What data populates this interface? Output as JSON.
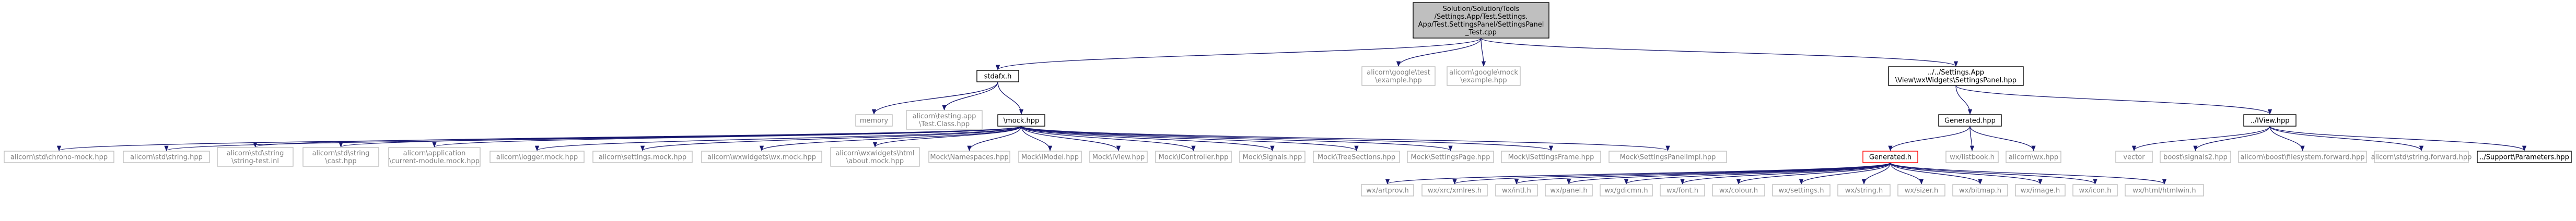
{
  "diagram": {
    "type": "include-dependency-graph",
    "colors": {
      "root_fill": "#bfbfbf",
      "node_stroke": "#000000",
      "external_stroke": "#bfbfbf",
      "external_text": "#7f7f7f",
      "highlight_stroke": "#ff0000",
      "edge_dark": "#191970",
      "edge_red": "#63b8ff"
    },
    "nodes": [
      {
        "id": "root",
        "kind": "root",
        "lines": [
          "Solution/Solution/Tools",
          "/Settings.App/Test.Settings.",
          "App/Test.SettingsPanel/SettingsPanel",
          "_Test.cpp"
        ]
      },
      {
        "id": "stdafx",
        "kind": "normal",
        "lines": [
          "stdafx.h"
        ]
      },
      {
        "id": "gtest",
        "kind": "external",
        "lines": [
          "alicorn\\google\\test",
          "\\example.hpp"
        ]
      },
      {
        "id": "gmock",
        "kind": "external",
        "lines": [
          "alicorn\\google\\mock",
          "\\example.hpp"
        ]
      },
      {
        "id": "settingspanel",
        "kind": "normal",
        "lines": [
          "../../Settings.App",
          "\\View\\wxWidgets\\SettingsPanel.hpp"
        ]
      },
      {
        "id": "memory",
        "kind": "external",
        "lines": [
          "memory"
        ]
      },
      {
        "id": "testingapp",
        "kind": "external",
        "lines": [
          "alicorn\\testing.app",
          "\\Test.Class.hpp"
        ]
      },
      {
        "id": "mock",
        "kind": "normal",
        "lines": [
          "\\mock.hpp"
        ]
      },
      {
        "id": "generated_hpp",
        "kind": "normal",
        "lines": [
          "Generated.hpp"
        ]
      },
      {
        "id": "iview",
        "kind": "normal",
        "lines": [
          "../IView.hpp"
        ]
      },
      {
        "id": "chrono_mock",
        "kind": "external",
        "lines": [
          "alicorn\\std\\chrono-mock.hpp"
        ]
      },
      {
        "id": "string_hpp",
        "kind": "external",
        "lines": [
          "alicorn\\std\\string.hpp"
        ]
      },
      {
        "id": "string_test",
        "kind": "external",
        "lines": [
          "alicorn\\std\\string",
          "\\string-test.inl"
        ]
      },
      {
        "id": "string_cast",
        "kind": "external",
        "lines": [
          "alicorn\\std\\string",
          "\\cast.hpp"
        ]
      },
      {
        "id": "app_mock",
        "kind": "external",
        "lines": [
          "alicorn\\application",
          "\\current-module.mock.hpp"
        ]
      },
      {
        "id": "logger_mock",
        "kind": "external",
        "lines": [
          "alicorn\\logger.mock.hpp"
        ]
      },
      {
        "id": "settings_mock",
        "kind": "external",
        "lines": [
          "alicorn\\settings.mock.hpp"
        ]
      },
      {
        "id": "wx_mock",
        "kind": "external",
        "lines": [
          "alicorn\\wxwidgets\\wx.mock.hpp"
        ]
      },
      {
        "id": "html_mock",
        "kind": "external",
        "lines": [
          "alicorn\\wxwidgets\\html",
          "\\about.mock.hpp"
        ]
      },
      {
        "id": "m_namespaces",
        "kind": "external",
        "lines": [
          "Mock\\Namespaces.hpp"
        ]
      },
      {
        "id": "m_model",
        "kind": "external",
        "lines": [
          "Mock\\IModel.hpp"
        ]
      },
      {
        "id": "m_view",
        "kind": "external",
        "lines": [
          "Mock\\IView.hpp"
        ]
      },
      {
        "id": "m_controller",
        "kind": "external",
        "lines": [
          "Mock\\IController.hpp"
        ]
      },
      {
        "id": "m_signals",
        "kind": "external",
        "lines": [
          "Mock\\Signals.hpp"
        ]
      },
      {
        "id": "m_treesections",
        "kind": "external",
        "lines": [
          "Mock\\TreeSections.hpp"
        ]
      },
      {
        "id": "m_settingspage",
        "kind": "external",
        "lines": [
          "Mock\\SettingsPage.hpp"
        ]
      },
      {
        "id": "m_settingsframe",
        "kind": "external",
        "lines": [
          "Mock\\ISettingsFrame.hpp"
        ]
      },
      {
        "id": "m_settingspanelimpl",
        "kind": "external",
        "lines": [
          "Mock\\SettingsPanelImpl.hpp"
        ]
      },
      {
        "id": "generated_h",
        "kind": "highlight",
        "lines": [
          "Generated.h"
        ]
      },
      {
        "id": "wx_listbook",
        "kind": "external",
        "lines": [
          "wx/listbook.h"
        ]
      },
      {
        "id": "alicorn_wx",
        "kind": "external",
        "lines": [
          "alicorn\\wx.hpp"
        ]
      },
      {
        "id": "vector",
        "kind": "external",
        "lines": [
          "vector"
        ]
      },
      {
        "id": "signals2",
        "kind": "external",
        "lines": [
          "boost\\signals2.hpp"
        ]
      },
      {
        "id": "fs_forward",
        "kind": "external",
        "lines": [
          "alicorn\\boost\\filesystem.forward.hpp"
        ]
      },
      {
        "id": "string_forward",
        "kind": "external",
        "lines": [
          "alicorn\\std\\string.forward.hpp"
        ]
      },
      {
        "id": "parameters",
        "kind": "normal",
        "lines": [
          "../Support\\Parameters.hpp"
        ]
      },
      {
        "id": "wx_artprov",
        "kind": "external",
        "lines": [
          "wx/artprov.h"
        ]
      },
      {
        "id": "wx_xmlres",
        "kind": "external",
        "lines": [
          "wx/xrc/xmlres.h"
        ]
      },
      {
        "id": "wx_intl",
        "kind": "external",
        "lines": [
          "wx/intl.h"
        ]
      },
      {
        "id": "wx_panel",
        "kind": "external",
        "lines": [
          "wx/panel.h"
        ]
      },
      {
        "id": "wx_gdicmn",
        "kind": "external",
        "lines": [
          "wx/gdicmn.h"
        ]
      },
      {
        "id": "wx_font",
        "kind": "external",
        "lines": [
          "wx/font.h"
        ]
      },
      {
        "id": "wx_colour",
        "kind": "external",
        "lines": [
          "wx/colour.h"
        ]
      },
      {
        "id": "wx_settings",
        "kind": "external",
        "lines": [
          "wx/settings.h"
        ]
      },
      {
        "id": "wx_string",
        "kind": "external",
        "lines": [
          "wx/string.h"
        ]
      },
      {
        "id": "wx_sizer",
        "kind": "external",
        "lines": [
          "wx/sizer.h"
        ]
      },
      {
        "id": "wx_bitmap",
        "kind": "external",
        "lines": [
          "wx/bitmap.h"
        ]
      },
      {
        "id": "wx_image",
        "kind": "external",
        "lines": [
          "wx/image.h"
        ]
      },
      {
        "id": "wx_icon",
        "kind": "external",
        "lines": [
          "wx/icon.h"
        ]
      },
      {
        "id": "wx_htmlwin",
        "kind": "external",
        "lines": [
          "wx/html/htmlwin.h"
        ]
      }
    ],
    "edges": [
      [
        "root",
        "stdafx"
      ],
      [
        "root",
        "gtest"
      ],
      [
        "root",
        "gmock"
      ],
      [
        "root",
        "settingspanel"
      ],
      [
        "stdafx",
        "memory"
      ],
      [
        "stdafx",
        "testingapp"
      ],
      [
        "stdafx",
        "mock"
      ],
      [
        "mock",
        "chrono_mock"
      ],
      [
        "mock",
        "string_hpp"
      ],
      [
        "mock",
        "string_test"
      ],
      [
        "mock",
        "string_cast"
      ],
      [
        "mock",
        "app_mock"
      ],
      [
        "mock",
        "logger_mock"
      ],
      [
        "mock",
        "settings_mock"
      ],
      [
        "mock",
        "wx_mock"
      ],
      [
        "mock",
        "html_mock"
      ],
      [
        "mock",
        "m_namespaces"
      ],
      [
        "mock",
        "m_model"
      ],
      [
        "mock",
        "m_view"
      ],
      [
        "mock",
        "m_controller"
      ],
      [
        "mock",
        "m_signals"
      ],
      [
        "mock",
        "m_treesections"
      ],
      [
        "mock",
        "m_settingspage"
      ],
      [
        "mock",
        "m_settingsframe"
      ],
      [
        "mock",
        "m_settingspanelimpl"
      ],
      [
        "settingspanel",
        "generated_hpp"
      ],
      [
        "settingspanel",
        "iview"
      ],
      [
        "generated_hpp",
        "generated_h"
      ],
      [
        "generated_hpp",
        "wx_listbook"
      ],
      [
        "generated_hpp",
        "alicorn_wx"
      ],
      [
        "iview",
        "vector"
      ],
      [
        "iview",
        "signals2"
      ],
      [
        "iview",
        "fs_forward"
      ],
      [
        "iview",
        "string_forward"
      ],
      [
        "iview",
        "parameters"
      ],
      [
        "generated_h",
        "wx_artprov"
      ],
      [
        "generated_h",
        "wx_xmlres"
      ],
      [
        "generated_h",
        "wx_intl"
      ],
      [
        "generated_h",
        "wx_panel"
      ],
      [
        "generated_h",
        "wx_gdicmn"
      ],
      [
        "generated_h",
        "wx_font"
      ],
      [
        "generated_h",
        "wx_colour"
      ],
      [
        "generated_h",
        "wx_settings"
      ],
      [
        "generated_h",
        "wx_string"
      ],
      [
        "generated_h",
        "wx_sizer"
      ],
      [
        "generated_h",
        "wx_bitmap"
      ],
      [
        "generated_h",
        "wx_image"
      ],
      [
        "generated_h",
        "wx_icon"
      ],
      [
        "generated_h",
        "wx_htmlwin"
      ]
    ]
  }
}
